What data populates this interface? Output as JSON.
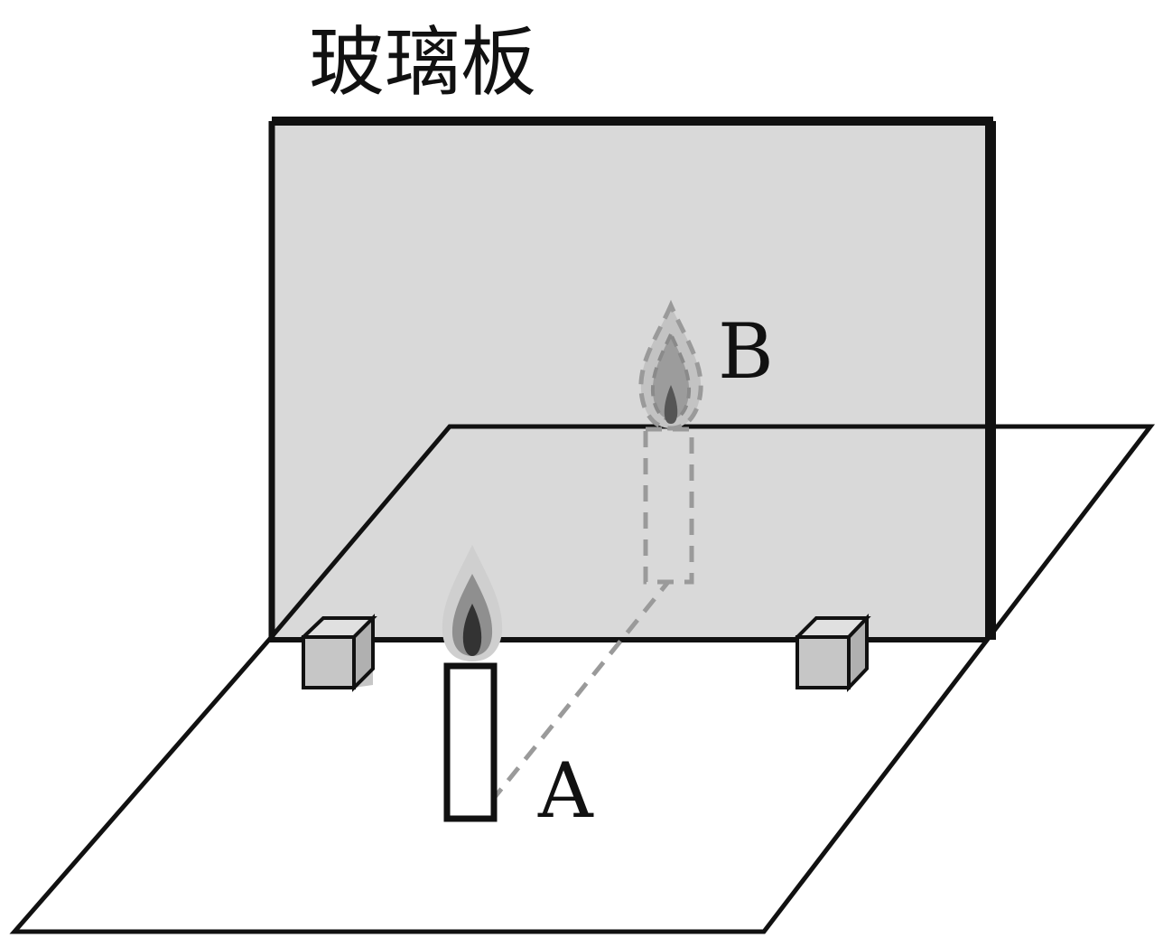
{
  "labels": {
    "glass_plate": "玻璃板",
    "candle_a": "A",
    "candle_b": "B"
  },
  "colors": {
    "glass_fill": "#d9d9d9",
    "outline": "#111111",
    "support_block_fill": "#c6c6c6",
    "virtual_image_dash": "#9a9a9a",
    "flame_outer": "#c8c8c8",
    "flame_middle": "#8f8f8f",
    "flame_core": "#333333"
  }
}
